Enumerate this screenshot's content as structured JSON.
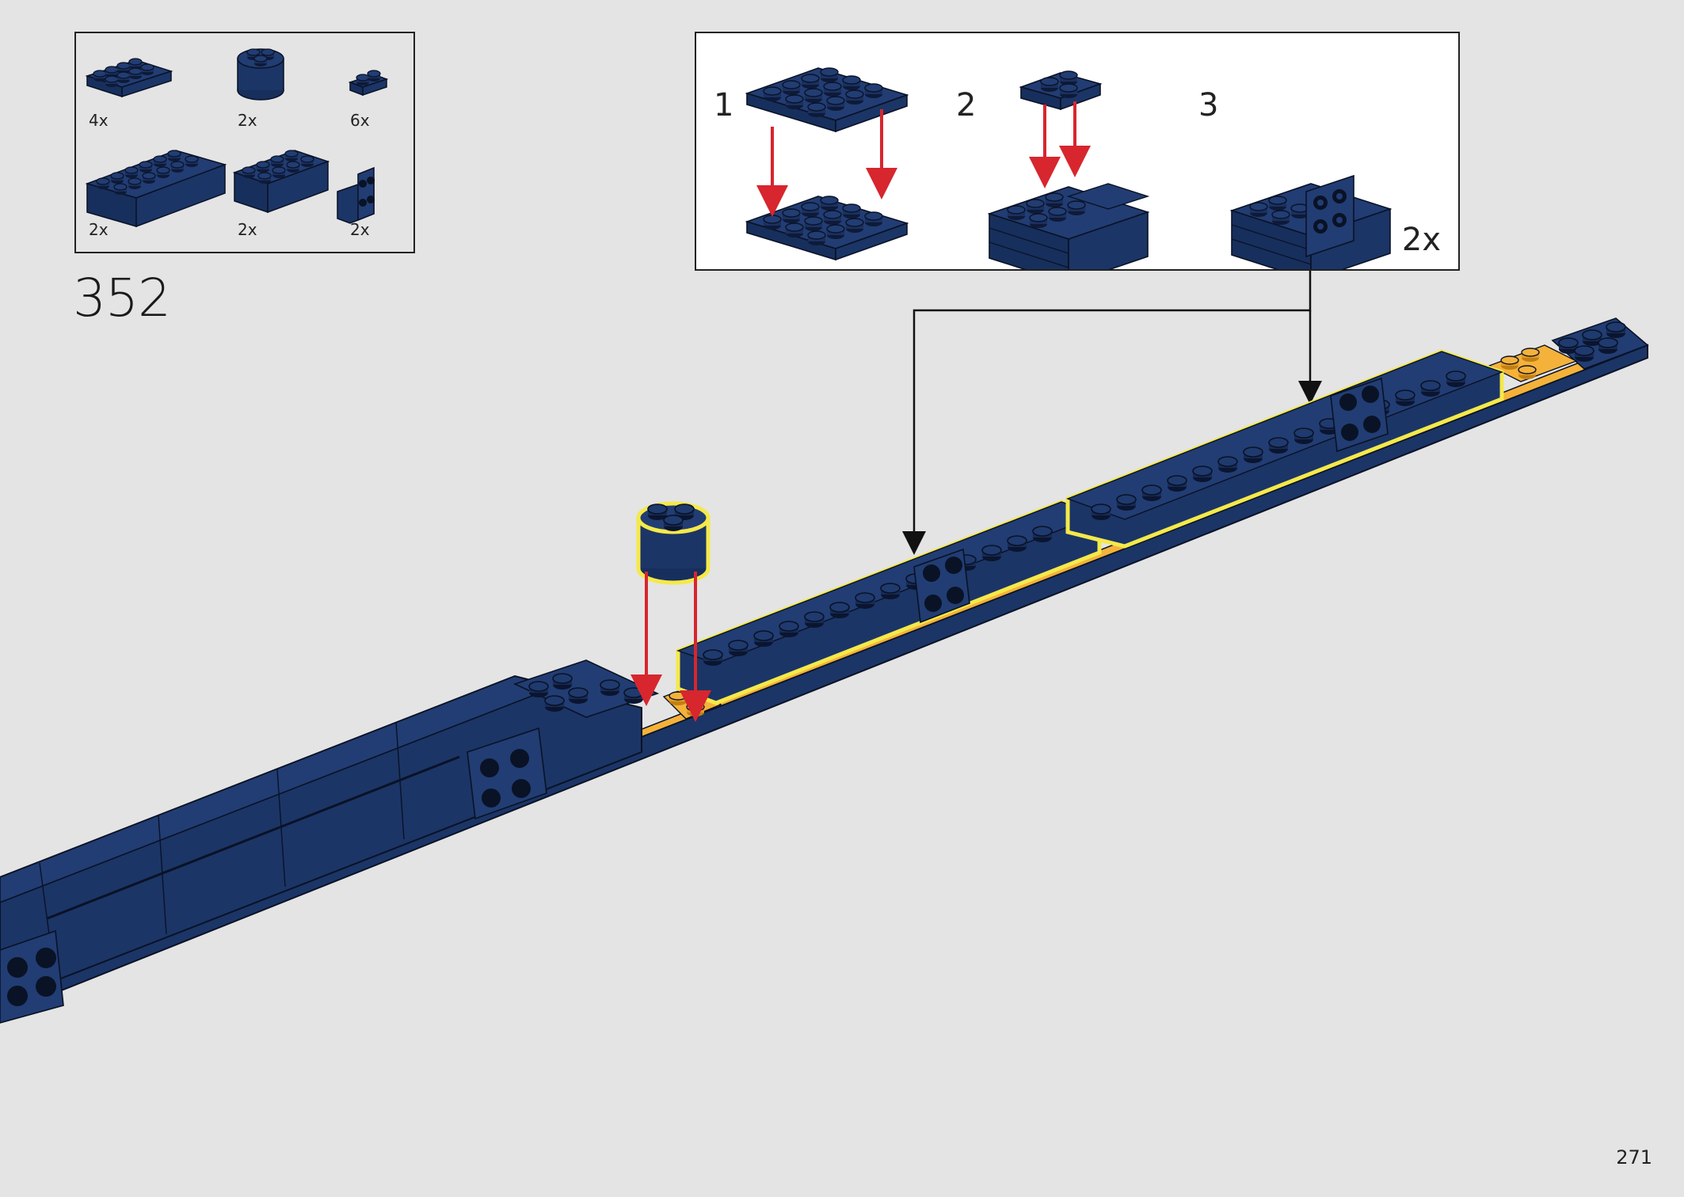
{
  "step": {
    "number": "352"
  },
  "parts_list": {
    "items": [
      {
        "part": "plate-2x4",
        "quantity": "4x"
      },
      {
        "part": "brick-round-2x2",
        "quantity": "2x"
      },
      {
        "part": "plate-1x2",
        "quantity": "6x"
      },
      {
        "part": "brick-2x6",
        "quantity": "2x"
      },
      {
        "part": "brick-2x4-modified",
        "quantity": "2x"
      },
      {
        "part": "bracket-1x2-2x2",
        "quantity": "2x"
      }
    ]
  },
  "subassembly": {
    "steps": [
      {
        "label": "1"
      },
      {
        "label": "2"
      },
      {
        "label": "3"
      }
    ],
    "multiplier": "2x"
  },
  "page": {
    "number": "271"
  },
  "colors": {
    "brick_blue": "#1f3a6e",
    "brick_blue_dark": "#142955",
    "brick_outline": "#0a1226",
    "highlight_yellow": "#f5e94a",
    "base_orange": "#f4b23a",
    "arrow_red": "#d7262e",
    "background": "#e4e4e4"
  }
}
